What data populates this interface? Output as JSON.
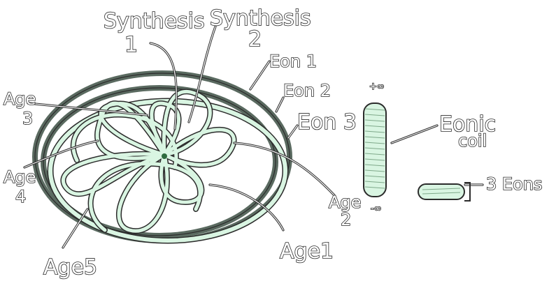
{
  "labels": {
    "synthesis1": [
      "Synthesis",
      "1"
    ],
    "synthesis2": [
      "Synthesis",
      "2"
    ],
    "eon1": "Eon 1",
    "eon2": "Eon 2",
    "eon3": "Eon 3",
    "age3": [
      "Age",
      "3"
    ],
    "age4": [
      "Age",
      "4"
    ],
    "age5": "Age5",
    "age2": [
      "Age",
      "2"
    ],
    "age1": "Age1",
    "eonic_coil": [
      "Eonic",
      "coil"
    ],
    "three_eons": "3 Eons",
    "plus_infinity": "+∞",
    "minus_infinity": "-∞"
  },
  "colors": {
    "dark_ring": "#5a6a60",
    "mint_ring": "#d9f5e2",
    "outline": "#2b2b2b",
    "center_mark": "#2e6b3e"
  }
}
